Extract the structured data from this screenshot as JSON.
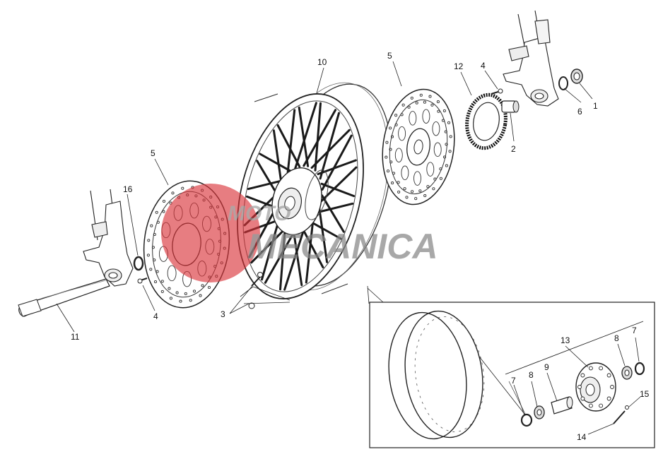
{
  "callouts": [
    {
      "id": "label-1",
      "text": "1"
    },
    {
      "id": "label-2",
      "text": "2"
    },
    {
      "id": "label-3",
      "text": "3"
    },
    {
      "id": "label-4-top",
      "text": "4"
    },
    {
      "id": "label-4-left",
      "text": "4"
    },
    {
      "id": "label-5-right",
      "text": "5"
    },
    {
      "id": "label-5-left",
      "text": "5"
    },
    {
      "id": "label-6",
      "text": "6"
    },
    {
      "id": "label-7-top",
      "text": "7"
    },
    {
      "id": "label-7-bottom",
      "text": "7"
    },
    {
      "id": "label-8-top",
      "text": "8"
    },
    {
      "id": "label-8-bottom",
      "text": "8"
    },
    {
      "id": "label-9",
      "text": "9"
    },
    {
      "id": "label-10",
      "text": "10"
    },
    {
      "id": "label-11",
      "text": "11"
    },
    {
      "id": "label-12",
      "text": "12"
    },
    {
      "id": "label-13",
      "text": "13"
    },
    {
      "id": "label-14",
      "text": "14"
    },
    {
      "id": "label-15",
      "text": "15"
    },
    {
      "id": "label-16",
      "text": "16"
    }
  ],
  "watermark": {
    "text_top": "MOTO",
    "text_main": "MECANICA",
    "color": "#d9343a"
  }
}
